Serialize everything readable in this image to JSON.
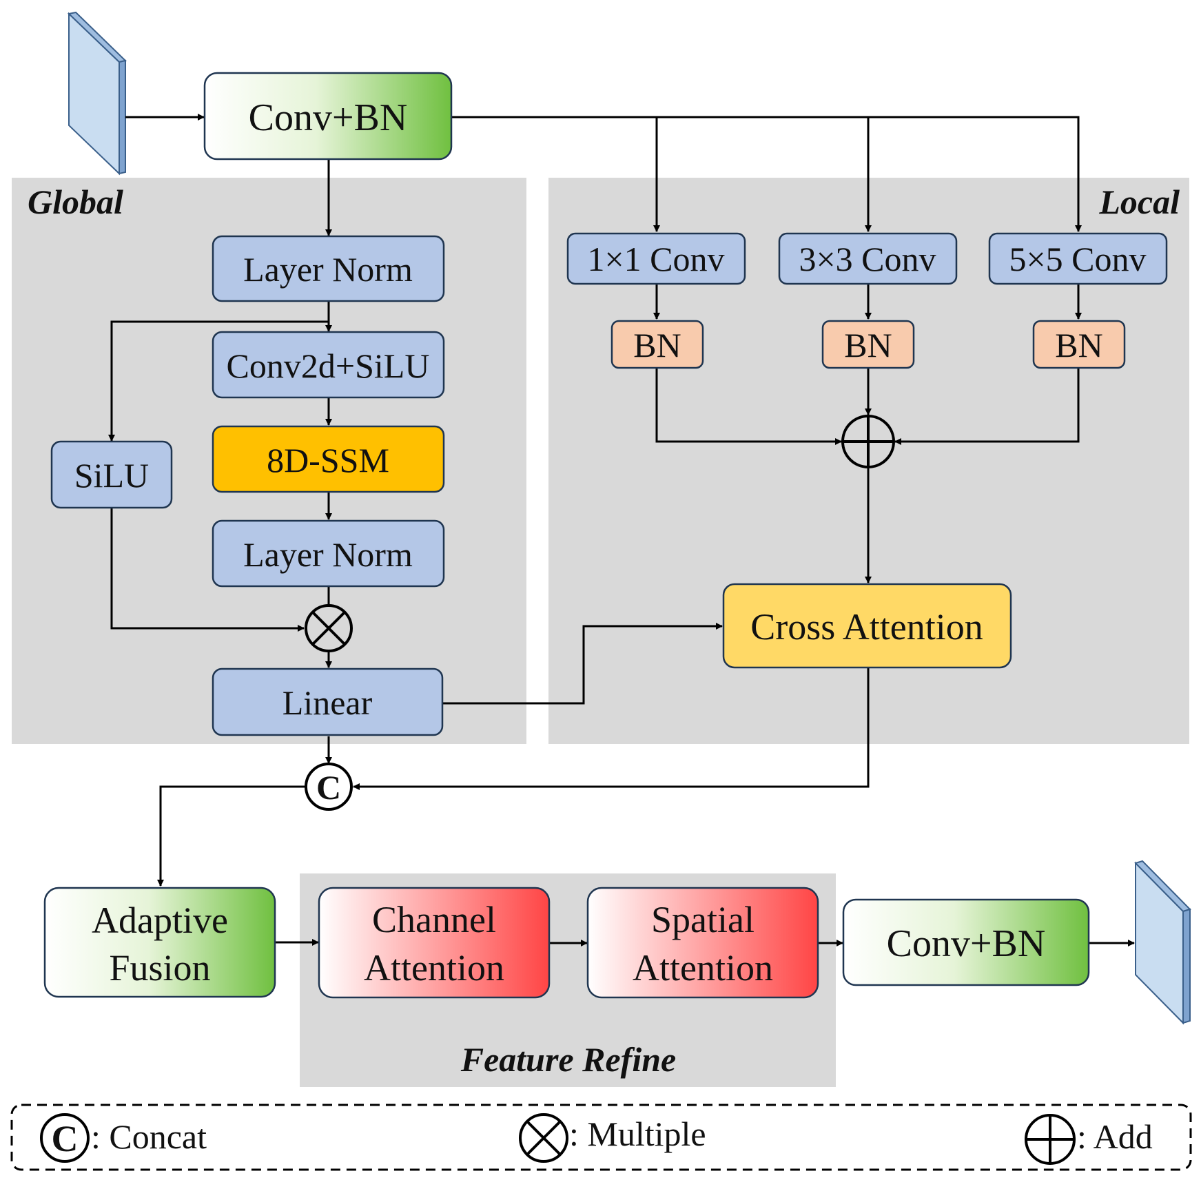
{
  "regions": {
    "global": "Global",
    "local": "Local",
    "feature_refine": "Feature Refine"
  },
  "blocks": {
    "conv_bn_in": "Conv+BN",
    "layer_norm_1": "Layer Norm",
    "conv2d_silu": "Conv2d+SiLU",
    "ssm": "8D-SSM",
    "layer_norm_2": "Layer Norm",
    "silu": "SiLU",
    "linear": "Linear",
    "conv_1x1": "1×1 Conv",
    "conv_3x3": "3×3 Conv",
    "conv_5x5": "5×5 Conv",
    "bn_1": "BN",
    "bn_2": "BN",
    "bn_3": "BN",
    "cross_attention": "Cross Attention",
    "adaptive_fusion_line1": "Adaptive",
    "adaptive_fusion_line2": "Fusion",
    "channel_attention_line1": "Channel",
    "channel_attention_line2": "Attention",
    "spatial_attention_line1": "Spatial",
    "spatial_attention_line2": "Attention",
    "conv_bn_out": "Conv+BN"
  },
  "operators": {
    "concat_symbol": "C"
  },
  "legend": {
    "concat": ": Concat",
    "multiple": ": Multiple",
    "add": ": Add",
    "concat_symbol": "C"
  },
  "colors": {
    "region_bg": "#d9d9d9",
    "blue_block": "#b4c7e7",
    "bn_block": "#f8cbad",
    "ssm_block": "#ffc000",
    "cross_attention_block": "#ffd966",
    "feature_map": "#c9ddf1",
    "green_grad_end": "#70c040",
    "red_grad_end": "#ff4545"
  }
}
